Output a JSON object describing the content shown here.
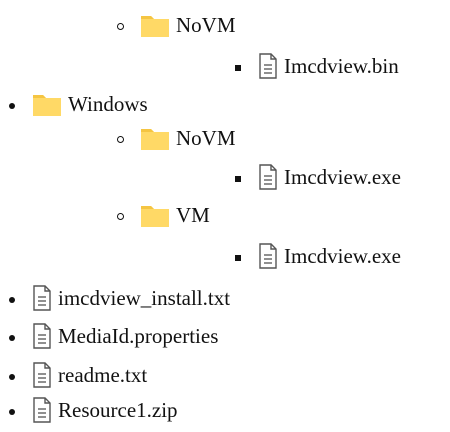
{
  "tree": {
    "items": [
      {
        "type": "folder",
        "level": 2,
        "label": "NoVM",
        "icon": "folder-icon"
      },
      {
        "type": "file",
        "level": 3,
        "label": "Imcdview.bin",
        "icon": "file-icon"
      },
      {
        "type": "folder",
        "level": 1,
        "label": "Windows",
        "icon": "folder-icon"
      },
      {
        "type": "folder",
        "level": 2,
        "label": "NoVM",
        "icon": "folder-icon"
      },
      {
        "type": "file",
        "level": 3,
        "label": "Imcdview.exe",
        "icon": "file-icon"
      },
      {
        "type": "folder",
        "level": 2,
        "label": "VM",
        "icon": "folder-icon"
      },
      {
        "type": "file",
        "level": 3,
        "label": "Imcdview.exe",
        "icon": "file-icon"
      },
      {
        "type": "file",
        "level": 1,
        "label": "imcdview_install.txt",
        "icon": "file-icon"
      },
      {
        "type": "file",
        "level": 1,
        "label": "MediaId.properties",
        "icon": "file-icon"
      },
      {
        "type": "file",
        "level": 1,
        "label": "readme.txt",
        "icon": "file-icon"
      },
      {
        "type": "file",
        "level": 1,
        "label": "Resource1.zip",
        "icon": "file-icon"
      }
    ]
  },
  "colors": {
    "folder": "#FFD966",
    "folder_tab": "#F5C542",
    "file_stroke": "#555555"
  }
}
